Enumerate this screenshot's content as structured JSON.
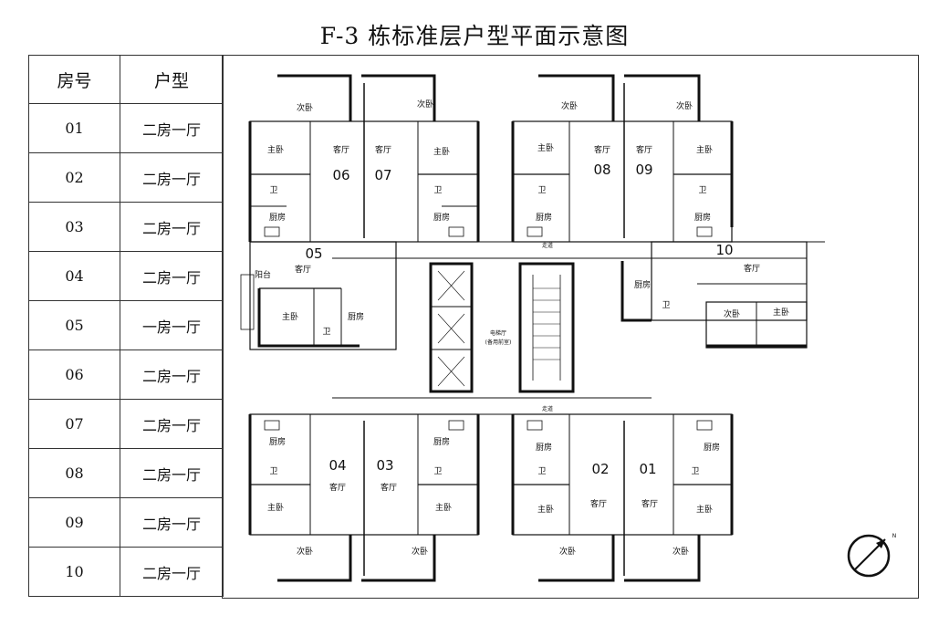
{
  "title": "F-3 栋标准层户型平面示意图",
  "table": {
    "headers": [
      "房号",
      "户型"
    ],
    "rows": [
      {
        "no": "01",
        "type": "二房一厅"
      },
      {
        "no": "02",
        "type": "二房一厅"
      },
      {
        "no": "03",
        "type": "二房一厅"
      },
      {
        "no": "04",
        "type": "二房一厅"
      },
      {
        "no": "05",
        "type": "一房一厅"
      },
      {
        "no": "06",
        "type": "二房一厅"
      },
      {
        "no": "07",
        "type": "二房一厅"
      },
      {
        "no": "08",
        "type": "二房一厅"
      },
      {
        "no": "09",
        "type": "二房一厅"
      },
      {
        "no": "10",
        "type": "二房一厅"
      }
    ]
  },
  "plan": {
    "room_labels": {
      "secondary_bedroom": "次卧",
      "master_bedroom": "主卧",
      "living_room": "客厅",
      "kitchen": "厨房",
      "bathroom": "卫",
      "balcony": "阳台",
      "corridor": "走道",
      "elevator_hall": "电梯厅",
      "elevator_hall_note": "(备用前室)"
    },
    "unit_numbers": [
      "01",
      "02",
      "03",
      "04",
      "05",
      "06",
      "07",
      "08",
      "09",
      "10"
    ],
    "north_arrow": "N",
    "icon": "compass-icon"
  }
}
